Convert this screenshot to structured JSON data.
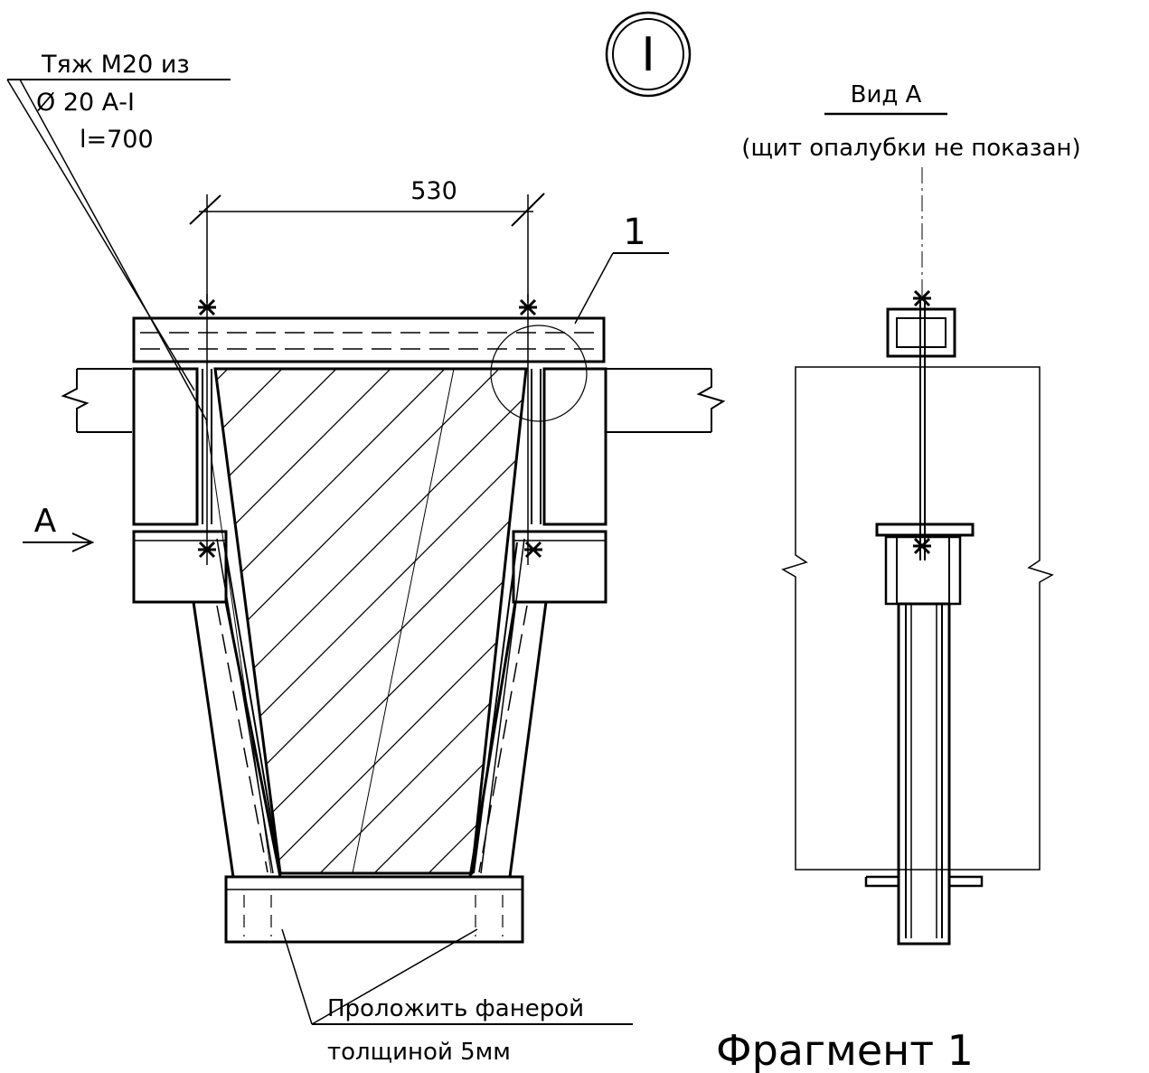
{
  "detail_marker": "I",
  "left_callout": {
    "line1": "Тяж М20 из",
    "line2": "Ø 20 А-I",
    "line3": "l=700"
  },
  "dimension": "530",
  "position_label": "1",
  "view_arrow_label": "А",
  "view_a": {
    "title": "Вид А",
    "note": "(щит опалубки не показан)"
  },
  "bottom_callout": {
    "line1": "Проложить фанерой",
    "line2": "толщиной 5мм"
  },
  "fragment_title": "Фрагмент 1"
}
